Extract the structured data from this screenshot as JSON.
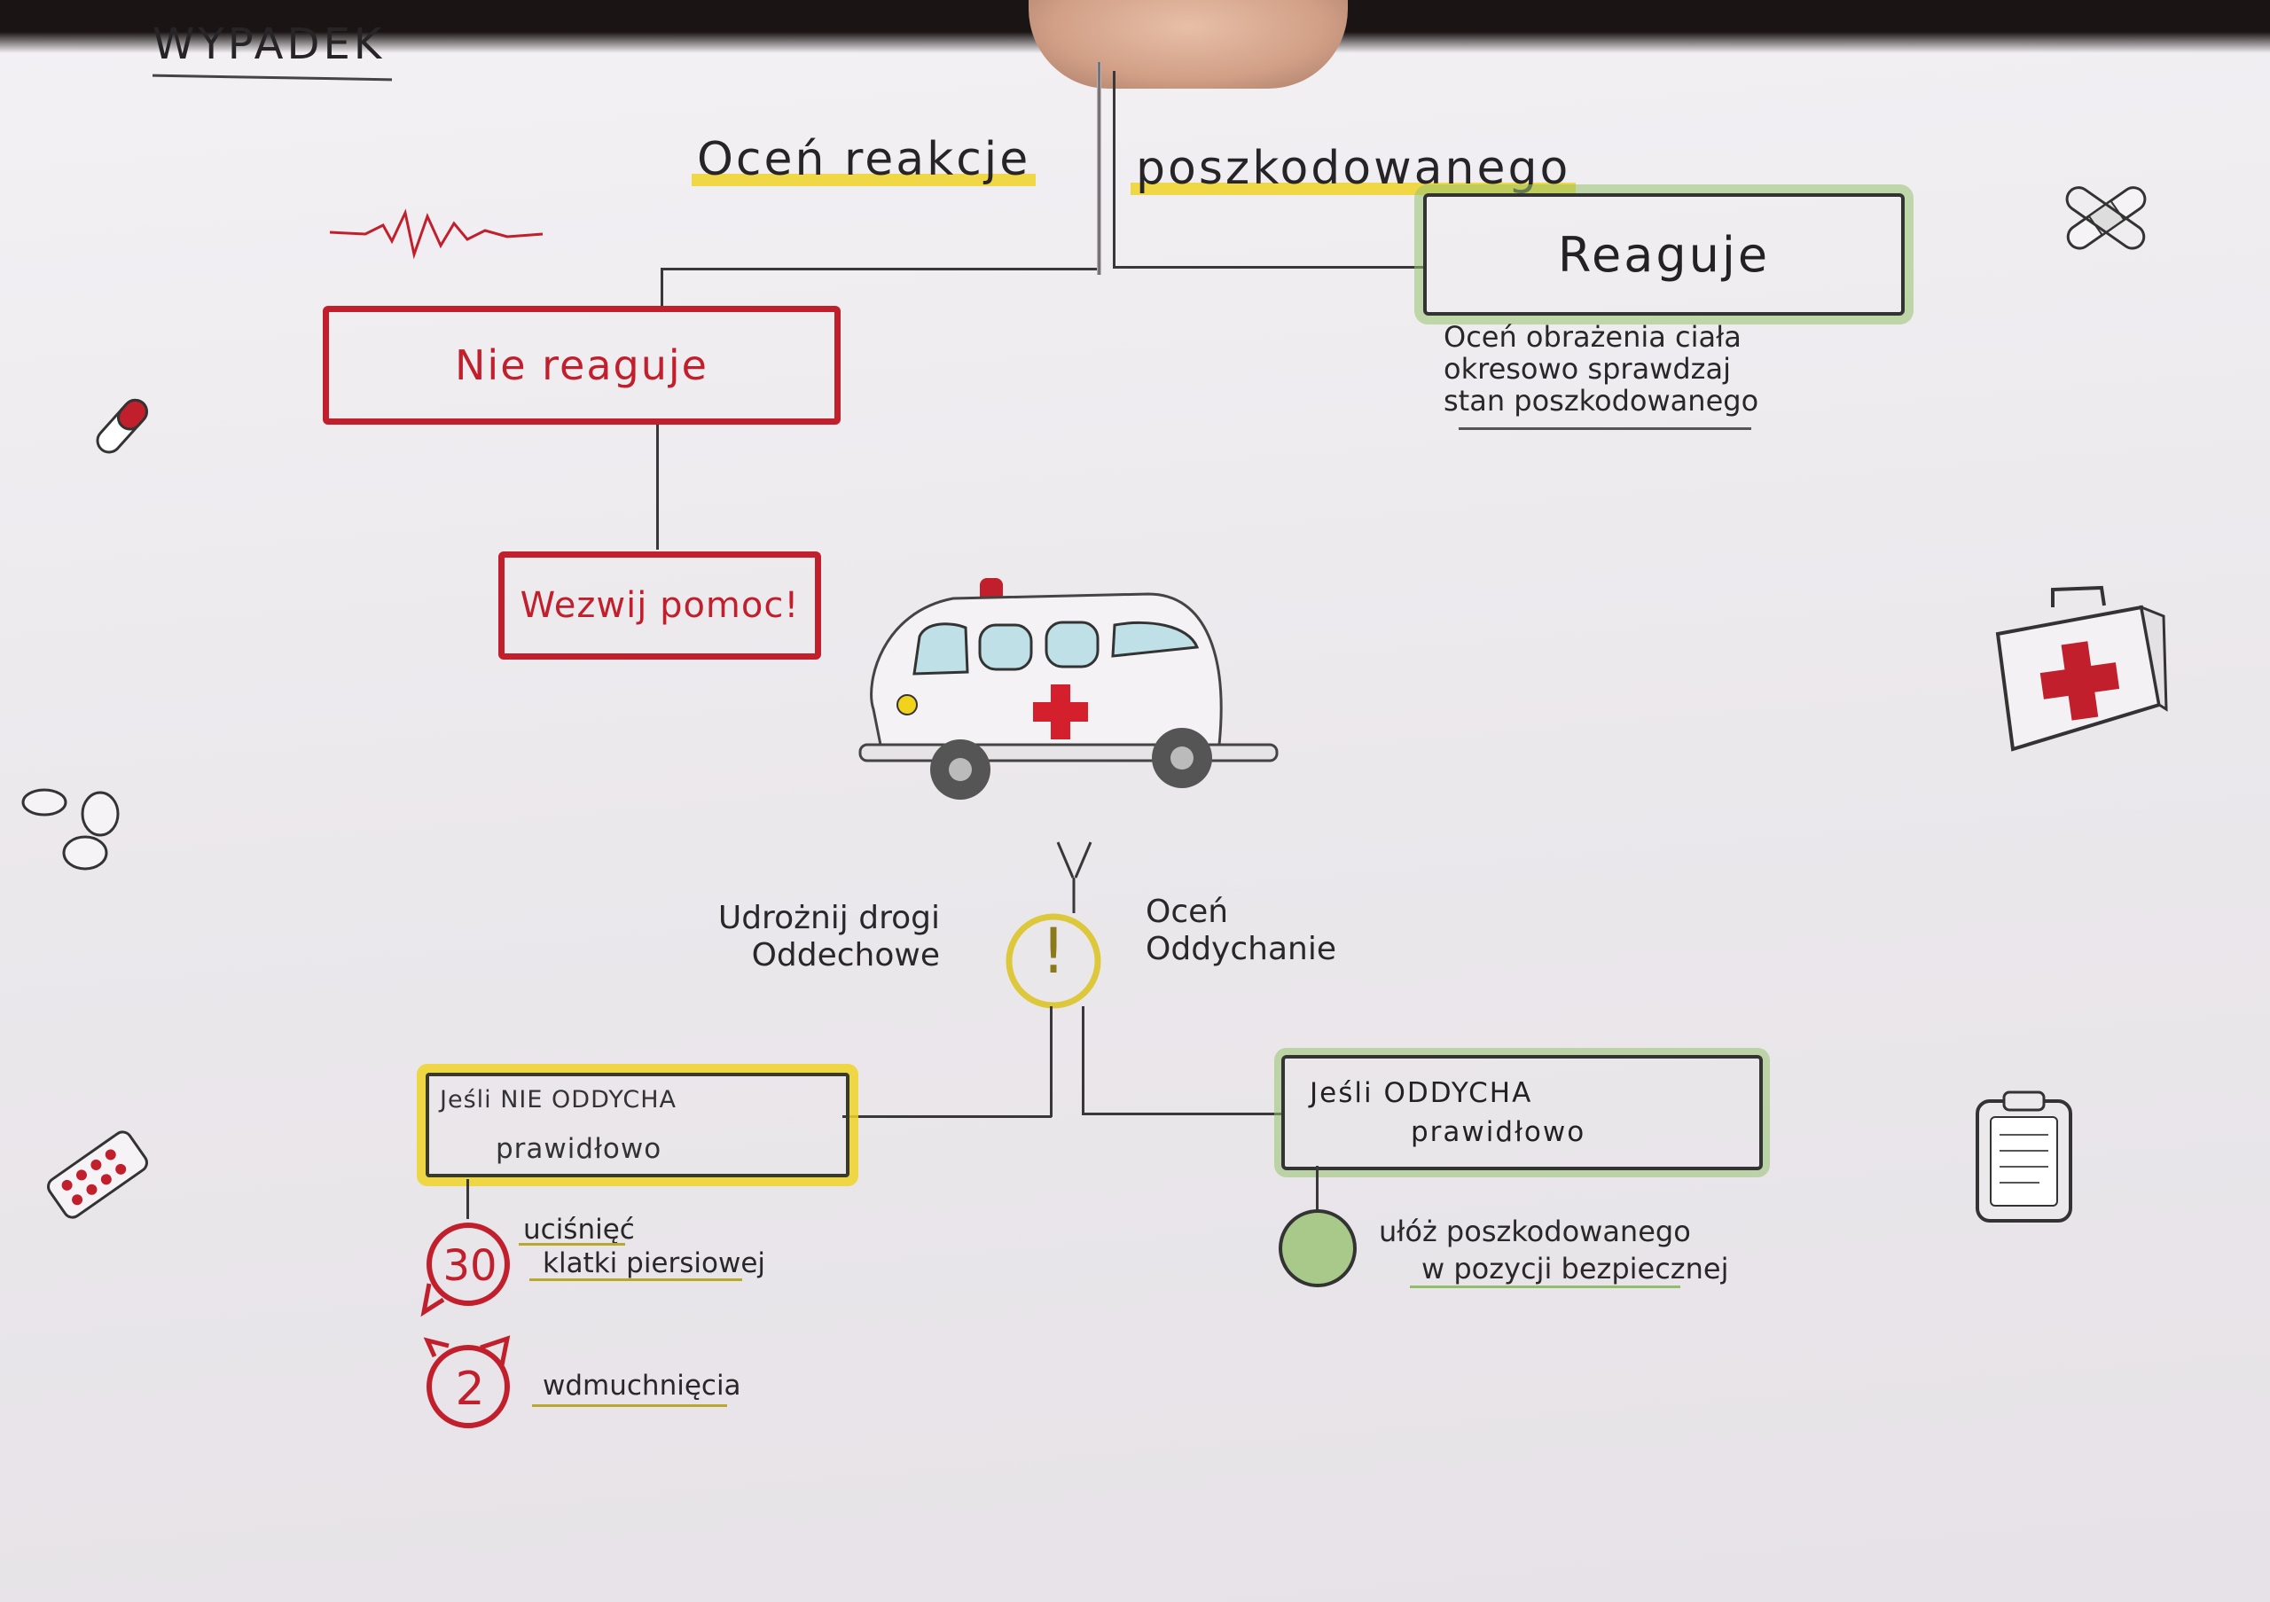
{
  "title": "WYPADEK",
  "headline": {
    "left": "Oceń reakcje",
    "right": "poszkodowanego"
  },
  "boxes": {
    "no_response": "Nie reaguje",
    "response": "Reaguje",
    "call_help": "Wezwij pomoc!",
    "not_breathing_line1": "Jeśli NIE ODDYCHA",
    "not_breathing_line2": "prawidłowo",
    "breathing_line1": "Jeśli ODDYCHA",
    "breathing_line2": "prawidłowo"
  },
  "notes": {
    "response_note_1": "Oceń obrażenia ciała",
    "response_note_2": "okresowo sprawdzaj",
    "response_note_3": "stan poszkodowanego",
    "airway_1": "Udrożnij drogi",
    "airway_2": "Oddechowe",
    "breath_1": "Oceń",
    "breath_2": "Oddychanie",
    "compressions_1": "uciśnięć",
    "compressions_2": "klatki piersiowej",
    "breaths": "wdmuchnięcia",
    "recovery_1": "ułóż poszkodowanego",
    "recovery_2": "w pozycji bezpiecznej"
  },
  "badges": {
    "compressions_count": "30",
    "breaths_count": "2",
    "alert": "!"
  },
  "icons": [
    "heartbeat-icon",
    "pill-capsule-icon",
    "tablets-icon",
    "blister-pack-icon",
    "bandage-icon",
    "first-aid-kit-icon",
    "clipboard-icon",
    "ambulance-icon"
  ],
  "colors": {
    "red": "#c21f2d",
    "yellow": "#f0d228",
    "green": "#96c36e",
    "ink": "#262426"
  }
}
